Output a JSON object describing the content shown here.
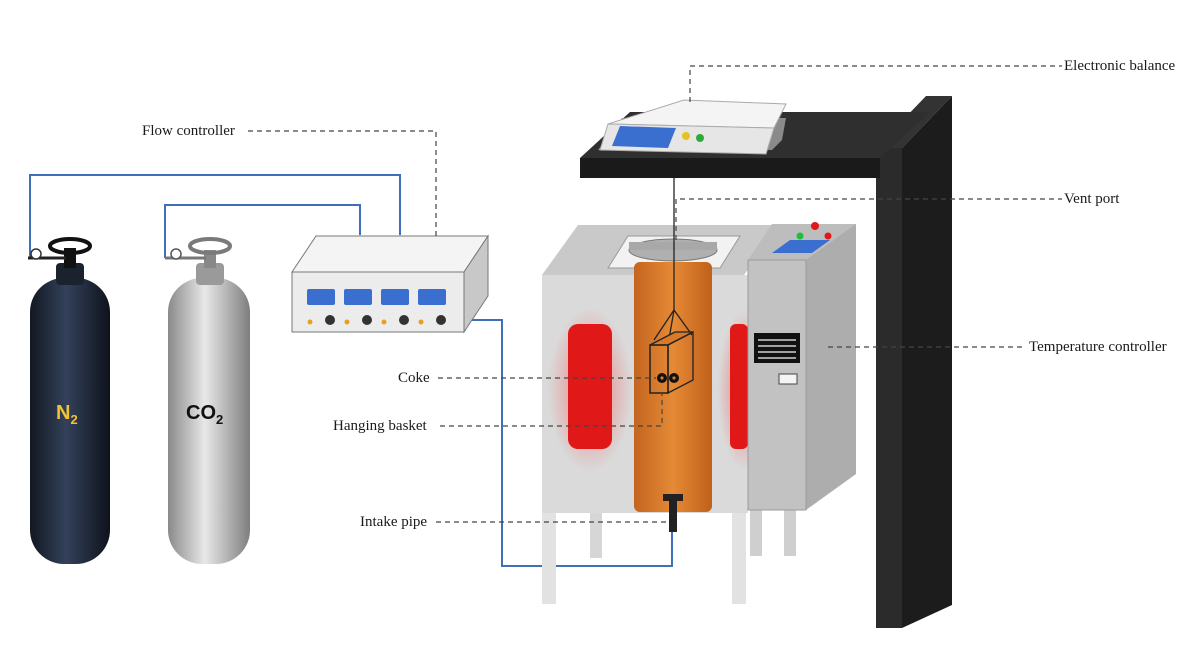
{
  "labels": {
    "electronic_balance": "Electronic balance",
    "flow_controller": "Flow controller",
    "vent_port": "Vent port",
    "temperature_controller": "Temperature controller",
    "coke": "Coke",
    "hanging_basket": "Hanging basket",
    "intake_pipe": "Intake pipe"
  },
  "cylinders": {
    "n2": {
      "base": "N",
      "sub": "2"
    },
    "co2": {
      "base": "CO",
      "sub": "2"
    }
  },
  "colors": {
    "pipe": "#3f6fb8",
    "furnace_tube": "#d97a2a",
    "heater": "#e01818",
    "n2_cylinder": "#1e2734",
    "co2_cylinder": "#b4b4b4",
    "n2_text": "#f2c230",
    "frame": "#222222",
    "display": "#3a6fd0"
  }
}
